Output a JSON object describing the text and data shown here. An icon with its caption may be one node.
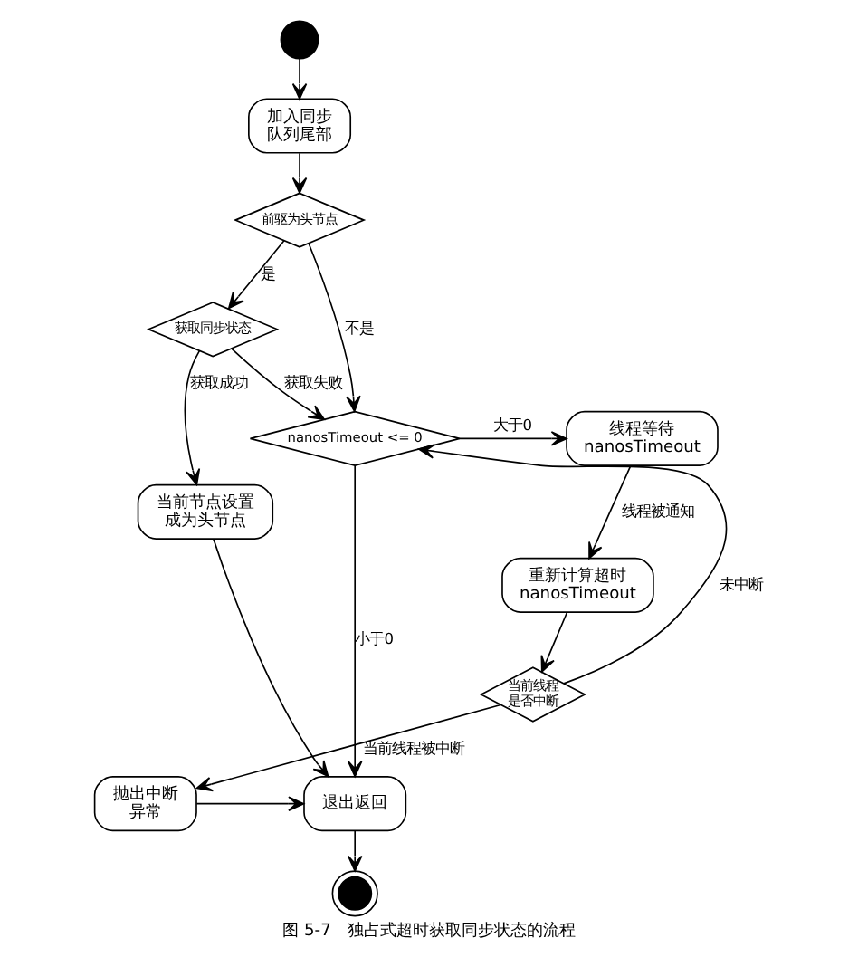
{
  "diagram": {
    "caption": "图 5-7　独占式超时获取同步状态的流程",
    "nodes": [
      {
        "text": [],
        "shape": "circle"
      },
      {
        "text": [
          "加入同步队列尾部"
        ]
      },
      {
        "text": [
          "前驱为头节点"
        ]
      },
      {
        "text": [
          "获取同步状态"
        ]
      },
      {
        "text": [
          "当前节点设置成为头节点"
        ]
      },
      {
        "text": [
          "nanosTimeout <= 0"
        ]
      },
      {
        "text": [
          "线程等待 nanosTimeout"
        ]
      },
      {
        "text": [
          "重新计算超时 nanosTimeout"
        ]
      },
      {
        "text": [
          "当前线程是否中断"
        ]
      },
      {
        "text": [
          "抛出中断异常"
        ]
      },
      {
        "text": [
          "退出返回"
        ]
      },
      {
        "text": [],
        "shape": "circle"
      }
    ],
    "edges": [
      {
        "from": 0,
        "to": 1,
        "arrow": "to"
      },
      {
        "from": 1,
        "to": 2,
        "arrow": "to"
      },
      {
        "from": 2,
        "to": 3,
        "arrow": "to",
        "label": "是"
      },
      {
        "from": 2,
        "to": 5,
        "arrow": "to",
        "label": "不是"
      },
      {
        "from": 3,
        "to": 5,
        "arrow": "to",
        "label": "获取失败"
      },
      {
        "from": 3,
        "to": 4,
        "arrow": "to",
        "label": "获取成功"
      },
      {
        "from": 4,
        "to": 10,
        "arrow": "to"
      },
      {
        "from": 5,
        "to": 6,
        "arrow": "to",
        "label": "大于0"
      },
      {
        "from": 5,
        "to": 10,
        "arrow": "to",
        "label": "小于0"
      },
      {
        "from": 6,
        "to": 7,
        "arrow": "to",
        "label": "线程被通知"
      },
      {
        "from": 7,
        "to": 8,
        "arrow": "to"
      },
      {
        "from": 8,
        "to": 5,
        "arrow": "to",
        "label": "未中断"
      },
      {
        "from": 8,
        "to": 9,
        "arrow": "to",
        "label": "当前线程被中断"
      },
      {
        "from": 9,
        "to": 10,
        "arrow": "to"
      },
      {
        "from": 10,
        "to": 11,
        "arrow": "to"
      }
    ]
  }
}
